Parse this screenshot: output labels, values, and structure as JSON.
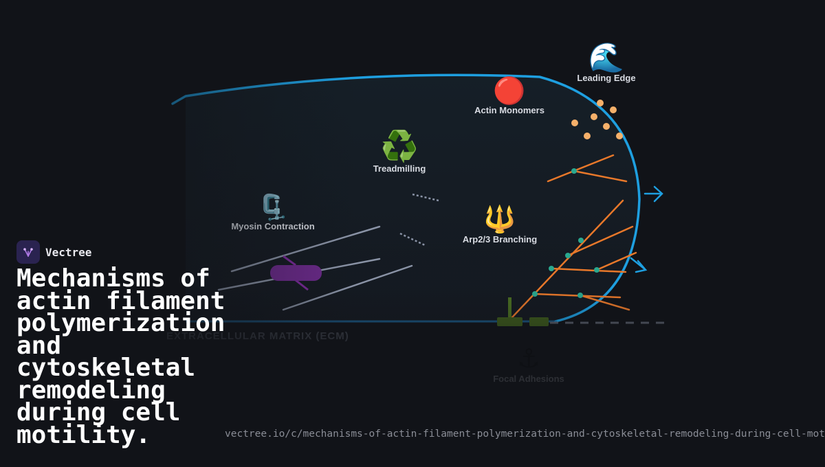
{
  "brand": {
    "name": "Vectree"
  },
  "title": "Mechanisms of actin filament polymerization and cytoskeletal remodeling during cell motility.",
  "url": "vectree.io/c/mechanisms-of-actin-filament-polymerization-and-cytoskeletal-remodeling-during-cell-motility",
  "diagram": {
    "labels": {
      "leading_edge": "Leading Edge",
      "actin_monomers": "Actin Monomers",
      "treadmilling": "Treadmilling",
      "myosin_contraction": "Myosin Contraction",
      "arp23_branching": "Arp2/3 Branching",
      "ecm": "EXTRACELLULAR MATRIX (ECM)",
      "focal_adhesions": "Focal Adhesions"
    },
    "icons": {
      "leading_edge": "wave-icon",
      "actin_monomers": "red-circle-icon",
      "treadmilling": "recycle-icon",
      "myosin_contraction": "clamp-icon",
      "arp23_branching": "trident-icon",
      "focal_adhesions": "anchor-icon"
    },
    "colors": {
      "membrane": "#1e9fe0",
      "actin": "#e8782a",
      "monomer": "#f5b06a",
      "node": "#2aa88f",
      "myosin": "#6b2a8a",
      "adhesion": "#3d5a1c",
      "stress_fiber": "#8a93a6"
    }
  }
}
